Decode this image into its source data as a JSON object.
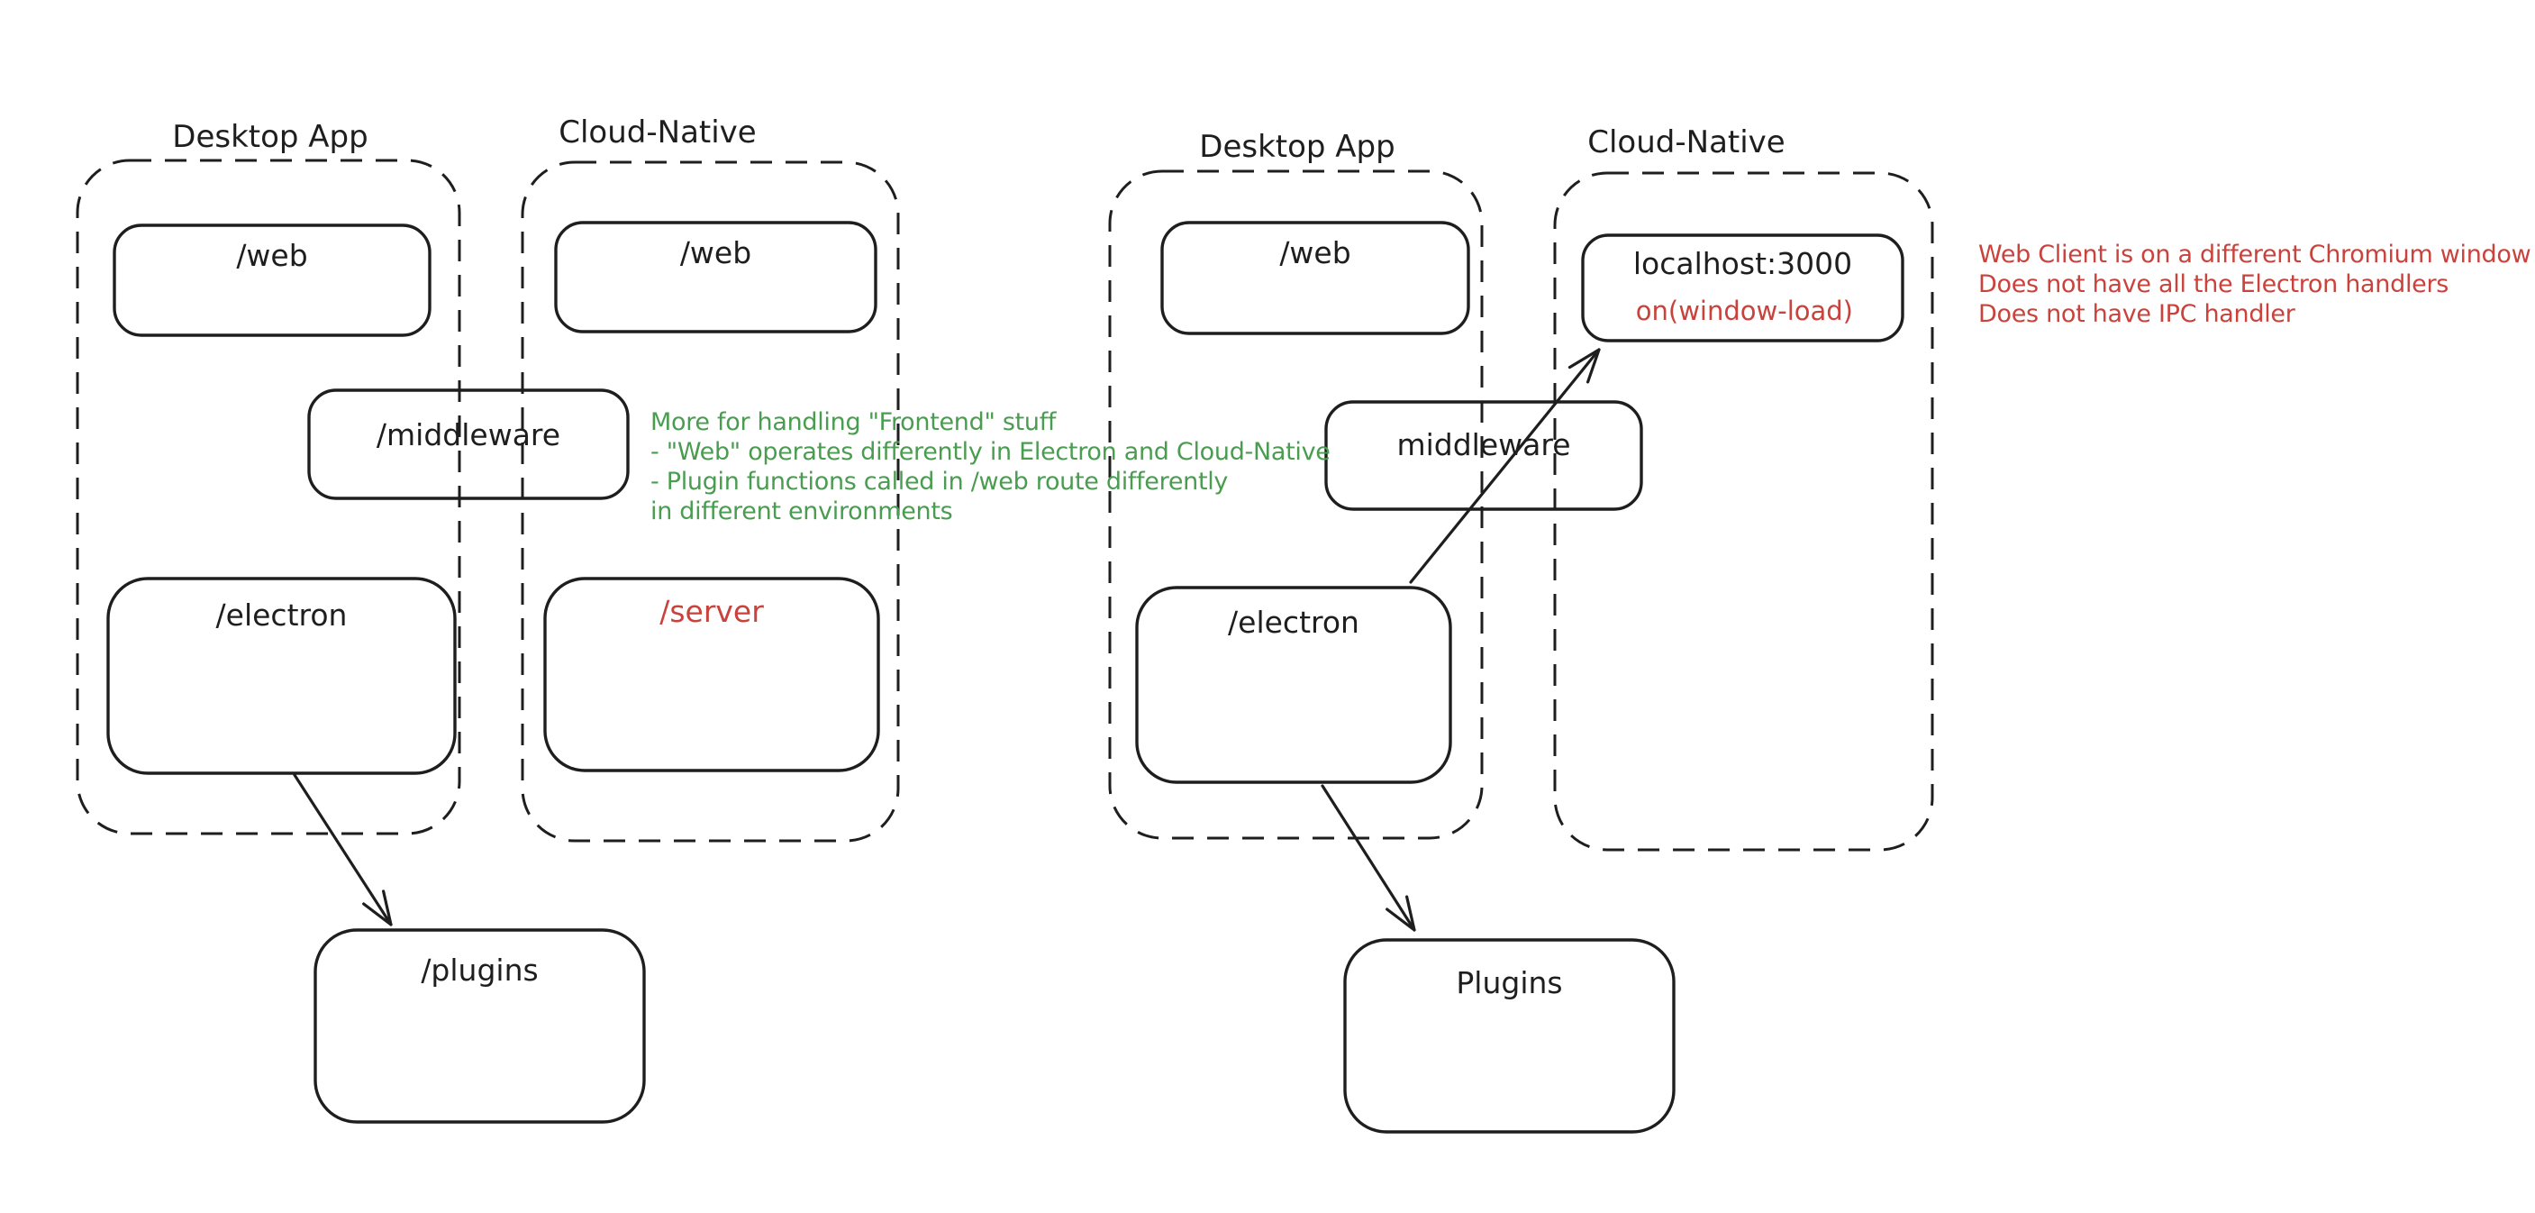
{
  "colors": {
    "stroke": "#1e1e1e",
    "green": "#4a9c50",
    "red": "#c9423c",
    "background": "#ffffff"
  },
  "left": {
    "desktop_label": "Desktop App",
    "cloud_label": "Cloud-Native",
    "desktop_web": "/web",
    "cloud_web": "/web",
    "middleware": "/middleware",
    "electron": "/electron",
    "server": "/server",
    "plugins": "/plugins",
    "green_note": {
      "lines": [
        "More for handling \"Frontend\" stuff",
        "- \"Web\" operates differently in Electron and Cloud-Native",
        "- Plugin functions called in /web route differently",
        "in different environments"
      ]
    }
  },
  "right": {
    "desktop_label": "Desktop App",
    "cloud_label": "Cloud-Native",
    "web": "/web",
    "localhost": "localhost:3000",
    "window_load": "on(window-load)",
    "middleware": "middleware",
    "electron": "/electron",
    "plugins": "Plugins",
    "red_note": {
      "lines": [
        "Web Client is on a different Chromium window",
        "Does not have all the Electron handlers",
        "Does not have IPC handler"
      ]
    }
  }
}
